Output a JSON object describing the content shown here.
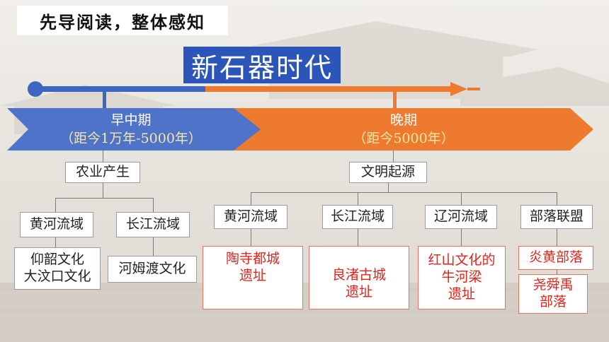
{
  "header": {
    "title": "先导阅读，整体感知"
  },
  "main_title": "新石器时代",
  "periods": [
    {
      "name": "早中期",
      "range": "（距今1万年-5000年）"
    },
    {
      "name": "晚期",
      "range": "（距今5000年）"
    }
  ],
  "categories": [
    "农业产生",
    "文明起源"
  ],
  "early_regions": [
    {
      "region": "黄河流域",
      "sites": [
        "仰韶文化",
        "大汶口文化"
      ]
    },
    {
      "region": "长江流域",
      "sites": [
        "河姆渡文化"
      ]
    }
  ],
  "late_regions": [
    {
      "region": "黄河流域",
      "sites": [
        "陶寺都城",
        "遗址"
      ]
    },
    {
      "region": "长江流域",
      "sites": [
        "良渚古城",
        "遗址"
      ]
    },
    {
      "region": "辽河流域",
      "sites": [
        "红山文化的",
        "牛河梁",
        "遗址"
      ]
    },
    {
      "region": "部落联盟",
      "sites": [
        "炎黄部落"
      ],
      "extra": [
        "尧舜禹",
        "部落"
      ]
    }
  ],
  "colors": {
    "timeline_blue": "#3d66c2",
    "early_arrow": "#4f73c8",
    "late_arrow": "#ee7a2f",
    "range_text": "#f6e7a8",
    "site_text_red": "#e2231a"
  }
}
